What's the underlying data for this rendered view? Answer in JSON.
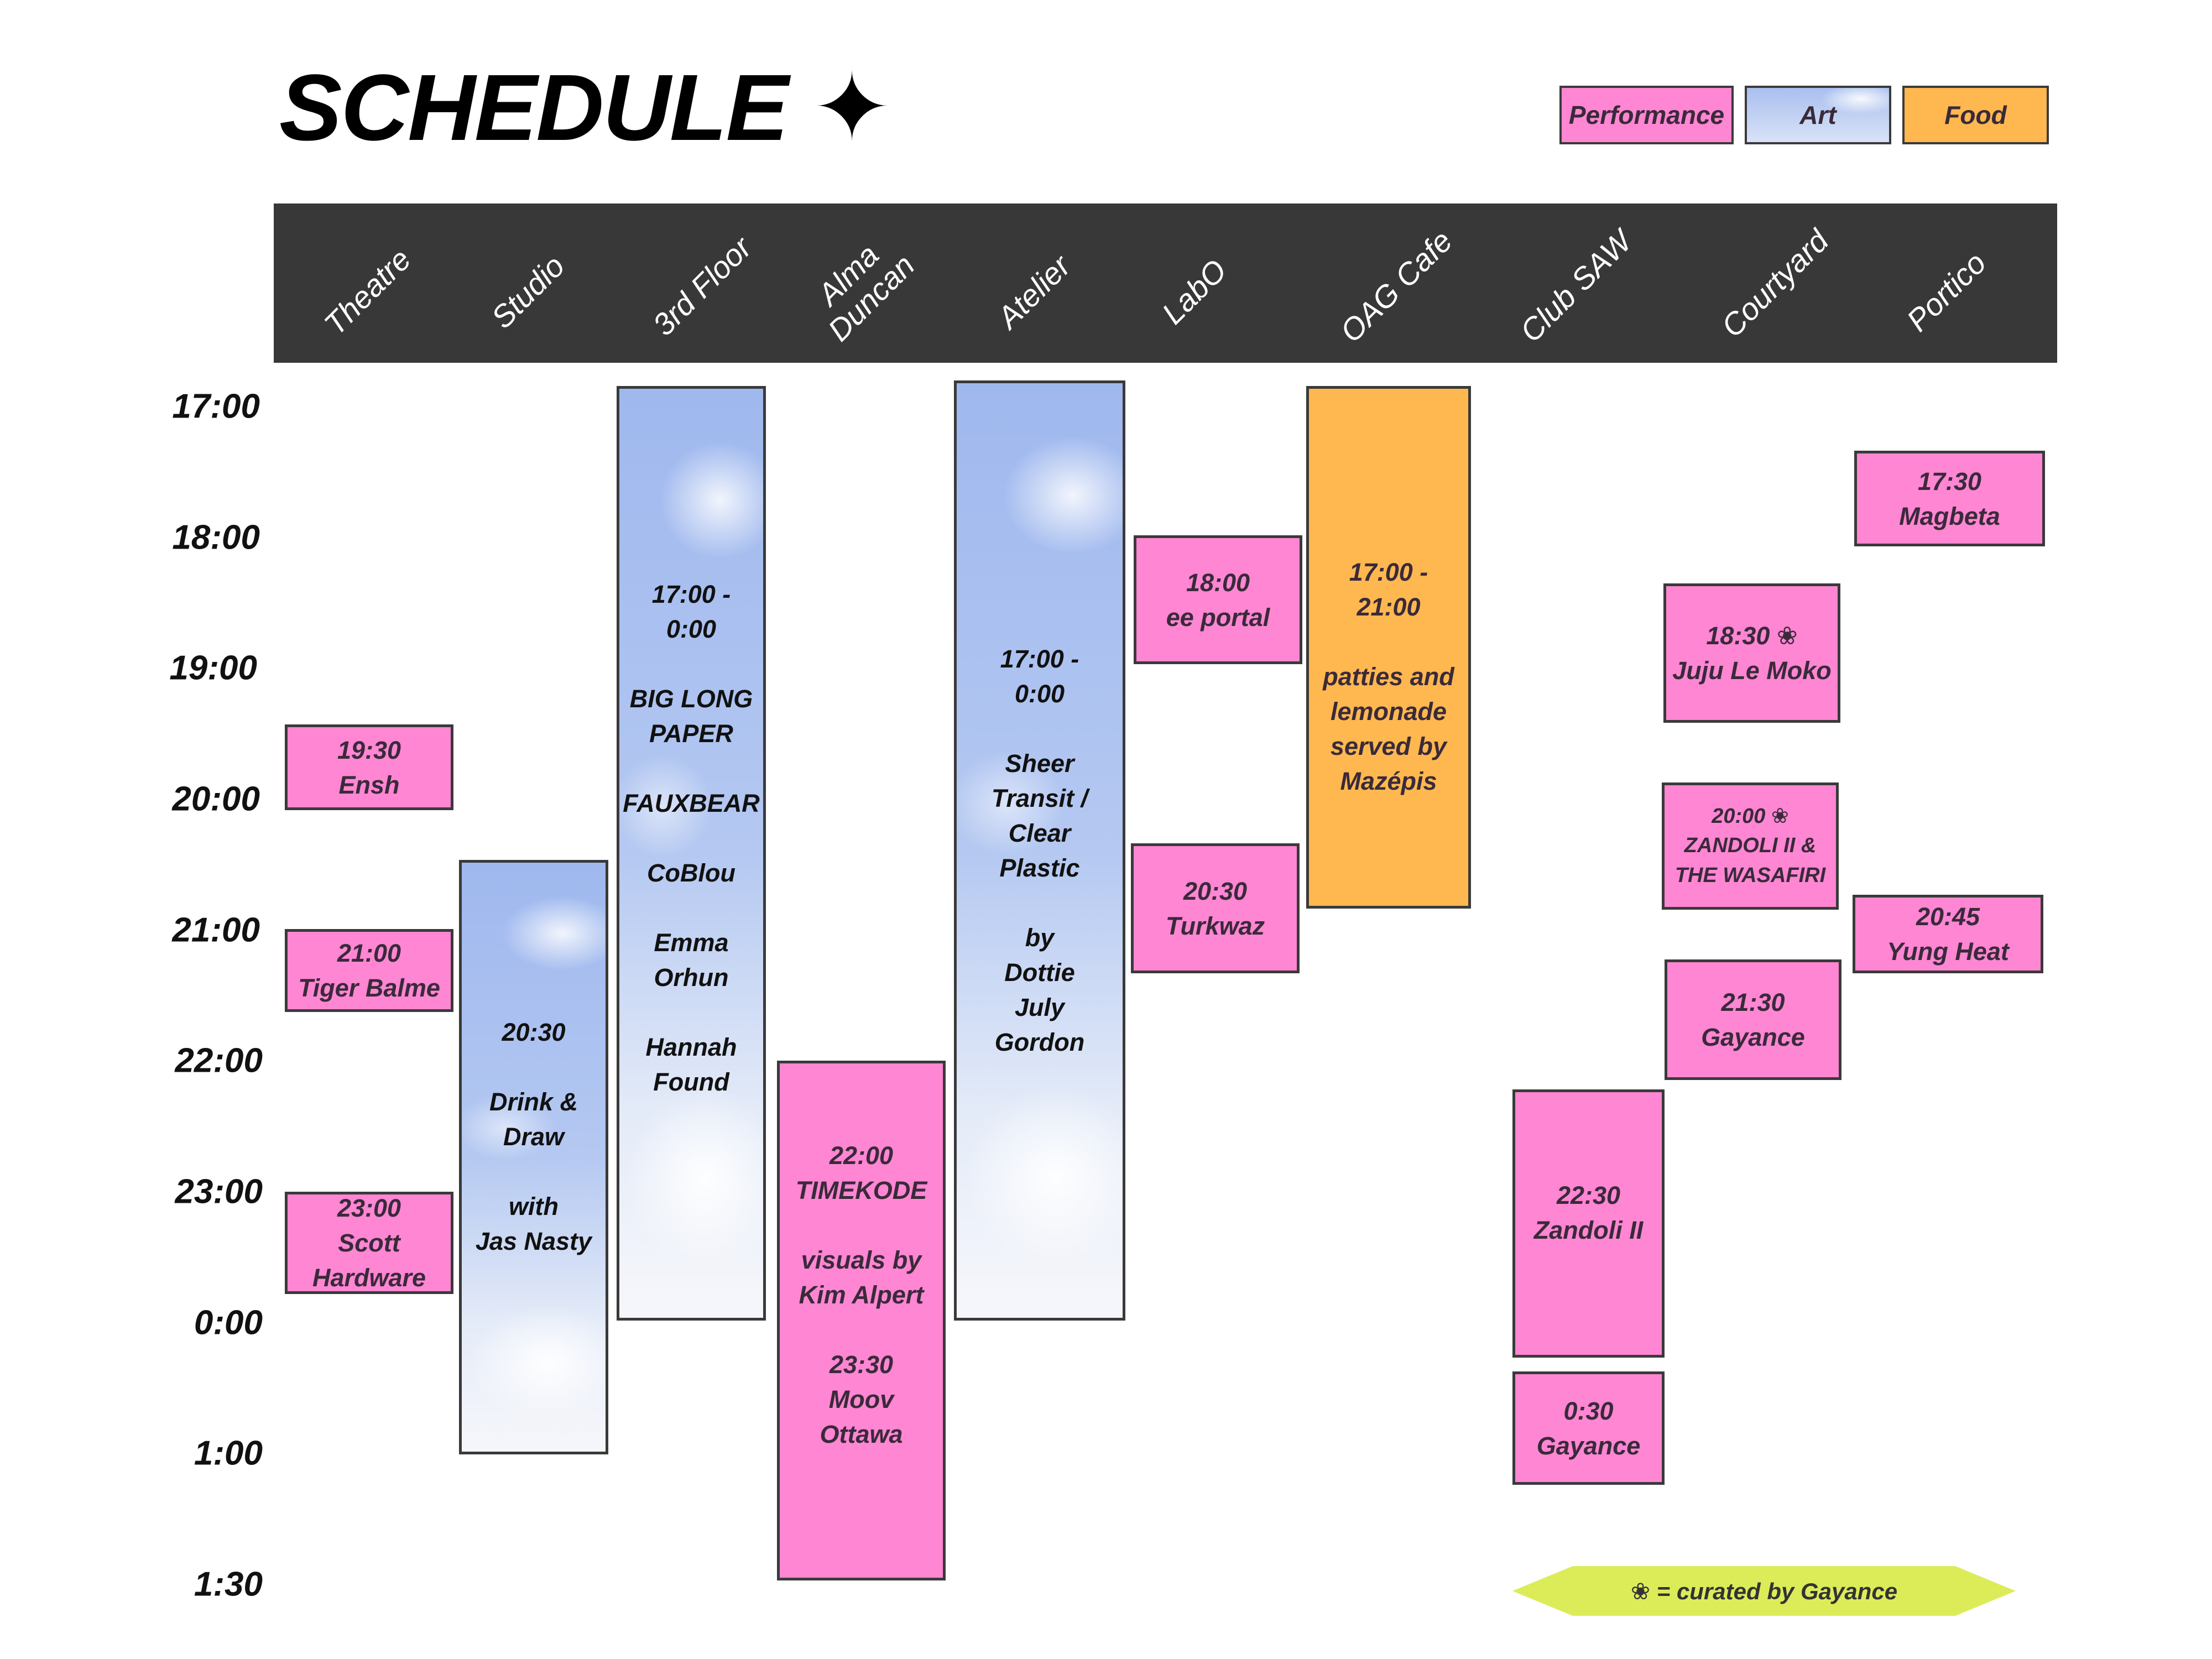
{
  "title": "SCHEDULE ✦",
  "legend": [
    {
      "label": "Performance",
      "color": "#ff86d3"
    },
    {
      "label": "Art",
      "color": "#b4c8f1"
    },
    {
      "label": "Food",
      "color": "#ffb84f"
    }
  ],
  "venues": [
    "Theatre",
    "Studio",
    "3rd Floor",
    "Alma\nDuncan",
    "Atelier",
    "LabO",
    "OAG Cafe",
    "Club SAW",
    "Courtyard",
    "Portico"
  ],
  "times": [
    "17:00",
    "18:00",
    "19:00",
    "20:00",
    "21:00",
    "22:00",
    "23:00",
    "0:00",
    "1:00",
    "1:30"
  ],
  "events": [
    {
      "venue": "Theatre",
      "category": "performance",
      "text": "19:30\nEnsh"
    },
    {
      "venue": "Theatre",
      "category": "performance",
      "text": "21:00\nTiger Balme"
    },
    {
      "venue": "Theatre",
      "category": "performance",
      "text": "23:00\nScott\nHardware"
    },
    {
      "venue": "Studio",
      "category": "art",
      "text": "20:30\n\nDrink &\nDraw\n\nwith\nJas Nasty"
    },
    {
      "venue": "3rd Floor",
      "category": "art",
      "text": "17:00 -\n0:00\n\nBIG LONG\nPAPER\n\nFAUXBEAR\n\nCoBlou\n\nEmma\nOrhun\n\nHannah\nFound"
    },
    {
      "venue": "Alma Duncan",
      "category": "performance",
      "text": "22:00\nTIMEKODE\n\nvisuals by\nKim Alpert\n\n23:30\nMoov\nOttawa"
    },
    {
      "venue": "Atelier",
      "category": "art",
      "text": "17:00 -\n0:00\n\nSheer\nTransit /\nClear\nPlastic\n\nby\nDottie\nJuly\nGordon"
    },
    {
      "venue": "LabO",
      "category": "performance",
      "text": "18:00\nee portal"
    },
    {
      "venue": "LabO",
      "category": "performance",
      "text": "20:30\nTurkwaz"
    },
    {
      "venue": "OAG Cafe",
      "category": "food",
      "text": "17:00 -\n21:00\n\npatties and\nlemonade\nserved by\nMazépis"
    },
    {
      "venue": "Club SAW",
      "category": "performance",
      "text": "22:30\nZandoli II"
    },
    {
      "venue": "Club SAW",
      "category": "performance",
      "text": "0:30\nGayance"
    },
    {
      "venue": "Courtyard",
      "category": "performance",
      "text": "18:30 ❀\nJuju Le Moko"
    },
    {
      "venue": "Courtyard",
      "category": "performance",
      "text": "20:00 ❀\nZANDOLI II &\nTHE WASAFIRI"
    },
    {
      "venue": "Courtyard",
      "category": "performance",
      "text": "21:30\nGayance"
    },
    {
      "venue": "Portico",
      "category": "performance",
      "text": "17:30\nMagbeta"
    },
    {
      "venue": "Portico",
      "category": "performance",
      "text": "20:45\nYung Heat"
    }
  ],
  "note": "❀ = curated by Gayance"
}
